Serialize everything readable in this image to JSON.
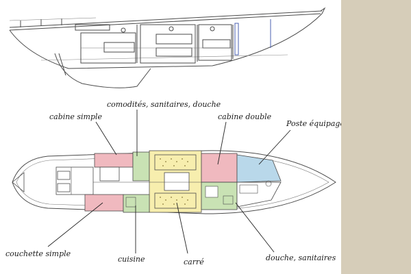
{
  "colors": {
    "page_background": "#ffffff",
    "side_panel": "#d6cdb9",
    "cabin_pink": "#f0b9bf",
    "wc_green": "#c9e2b4",
    "saloon_yellow": "#f7eeae",
    "crew_blue": "#b9d8ea",
    "drawing_line": "#4a4a4a",
    "leader_line": "#222222"
  },
  "labels": {
    "comodites": "comodités, sanitaires, douche",
    "cabine_simple": "cabine simple",
    "cabine_double": "cabine double",
    "poste_equipage": "Poste équipage",
    "couchette_simple": "couchette simple",
    "cuisine": "cuisine",
    "carre": "carré",
    "douche_sanitaires": "douche, sanitaires"
  }
}
